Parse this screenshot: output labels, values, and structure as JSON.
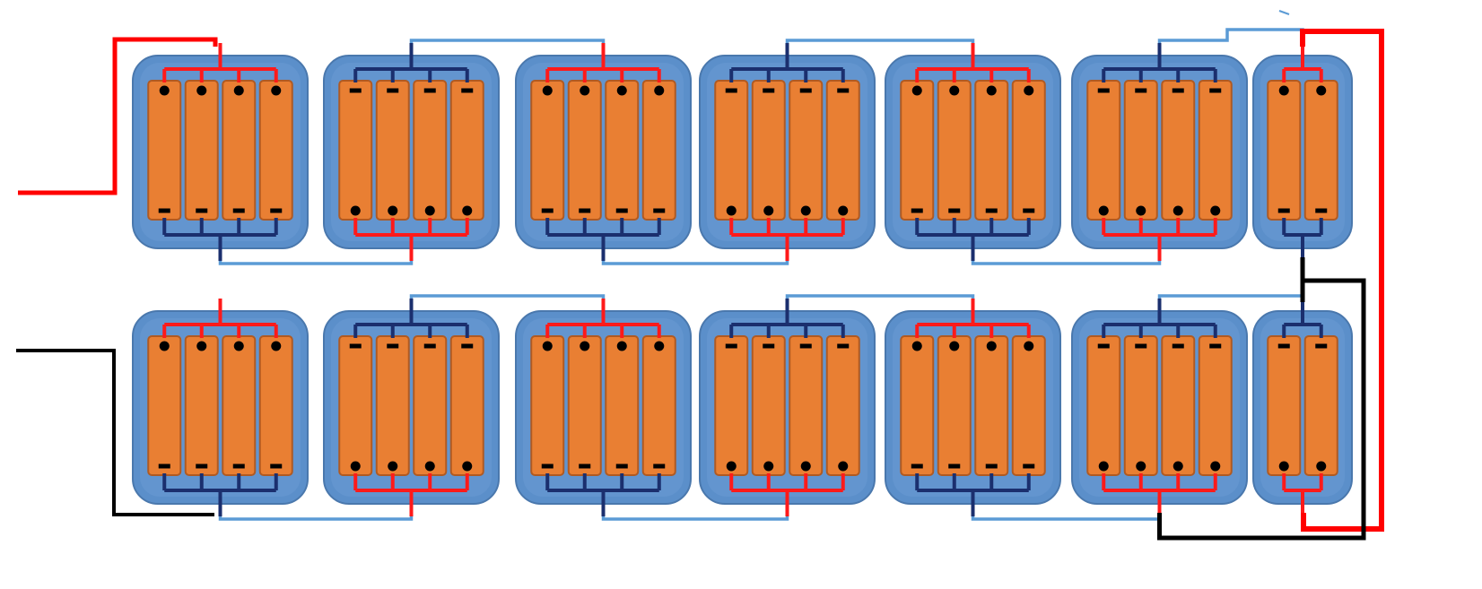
{
  "diagram": {
    "type": "battery-pack-wiring",
    "colors": {
      "background": "#ffffff",
      "module_fill": "#5b8fca",
      "module_inner": "#6a9bd3",
      "module_border": "#4a78ad",
      "cell_fill": "#e97f33",
      "cell_border": "#b05a22",
      "cell_divider": "#c4692a",
      "positive_wire": "#ff0000",
      "negative_wire": "#000000",
      "bus_negative": "#1b2f6e",
      "bus_positive": "#ff1a1a",
      "series_link": "#5b9bd5",
      "terminal_mark": "#000000"
    },
    "rows": [
      {
        "name": "top-row",
        "modules": [
          {
            "cells": 4,
            "top_terminal": "+",
            "bottom_terminal": "-"
          },
          {
            "cells": 4,
            "top_terminal": "-",
            "bottom_terminal": "+"
          },
          {
            "cells": 4,
            "top_terminal": "+",
            "bottom_terminal": "-"
          },
          {
            "cells": 4,
            "top_terminal": "-",
            "bottom_terminal": "+"
          },
          {
            "cells": 4,
            "top_terminal": "+",
            "bottom_terminal": "-"
          },
          {
            "cells": 4,
            "top_terminal": "-",
            "bottom_terminal": "+"
          },
          {
            "cells": 2,
            "top_terminal": "+",
            "bottom_terminal": "-"
          }
        ]
      },
      {
        "name": "bottom-row",
        "modules": [
          {
            "cells": 4,
            "top_terminal": "+",
            "bottom_terminal": "-"
          },
          {
            "cells": 4,
            "top_terminal": "-",
            "bottom_terminal": "+"
          },
          {
            "cells": 4,
            "top_terminal": "+",
            "bottom_terminal": "-"
          },
          {
            "cells": 4,
            "top_terminal": "-",
            "bottom_terminal": "+"
          },
          {
            "cells": 4,
            "top_terminal": "+",
            "bottom_terminal": "-"
          },
          {
            "cells": 4,
            "top_terminal": "-",
            "bottom_terminal": "+"
          },
          {
            "cells": 2,
            "top_terminal": "-",
            "bottom_terminal": "+"
          }
        ]
      }
    ]
  }
}
